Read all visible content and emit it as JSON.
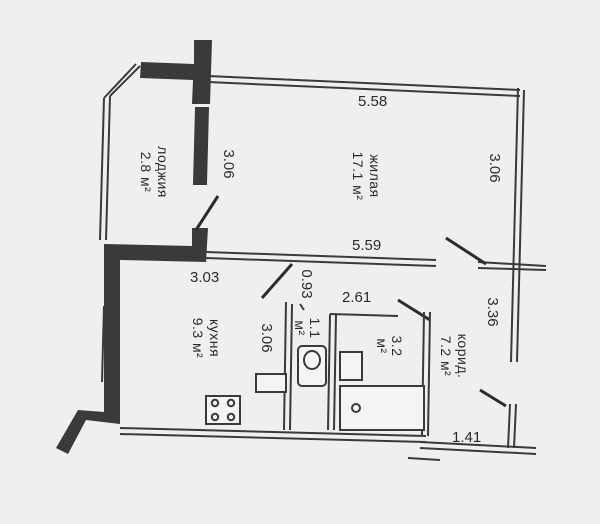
{
  "rooms": {
    "living": {
      "name": "жилая",
      "area": "17.1 м²"
    },
    "loggia": {
      "name": "лоджия",
      "area": "2.8 м²"
    },
    "kitchen": {
      "name": "кухня",
      "area": "9.3 м²"
    },
    "bathroom": {
      "name": "3.2",
      "area": "м²"
    },
    "toilet": {
      "name": "1.1",
      "area": "м²"
    },
    "corridor": {
      "name": "корид.",
      "area": "7.2 м²"
    }
  },
  "dimensions": {
    "living_top": "5.58",
    "living_bottom": "5.59",
    "loggia_side": "3.06",
    "living_side": "3.06",
    "kitchen_top": "3.03",
    "kitchen_side": "3.06",
    "toilet_width": "0.93",
    "bath_width": "2.61",
    "corridor_side": "3.36",
    "corridor_bottom": "1.41"
  }
}
